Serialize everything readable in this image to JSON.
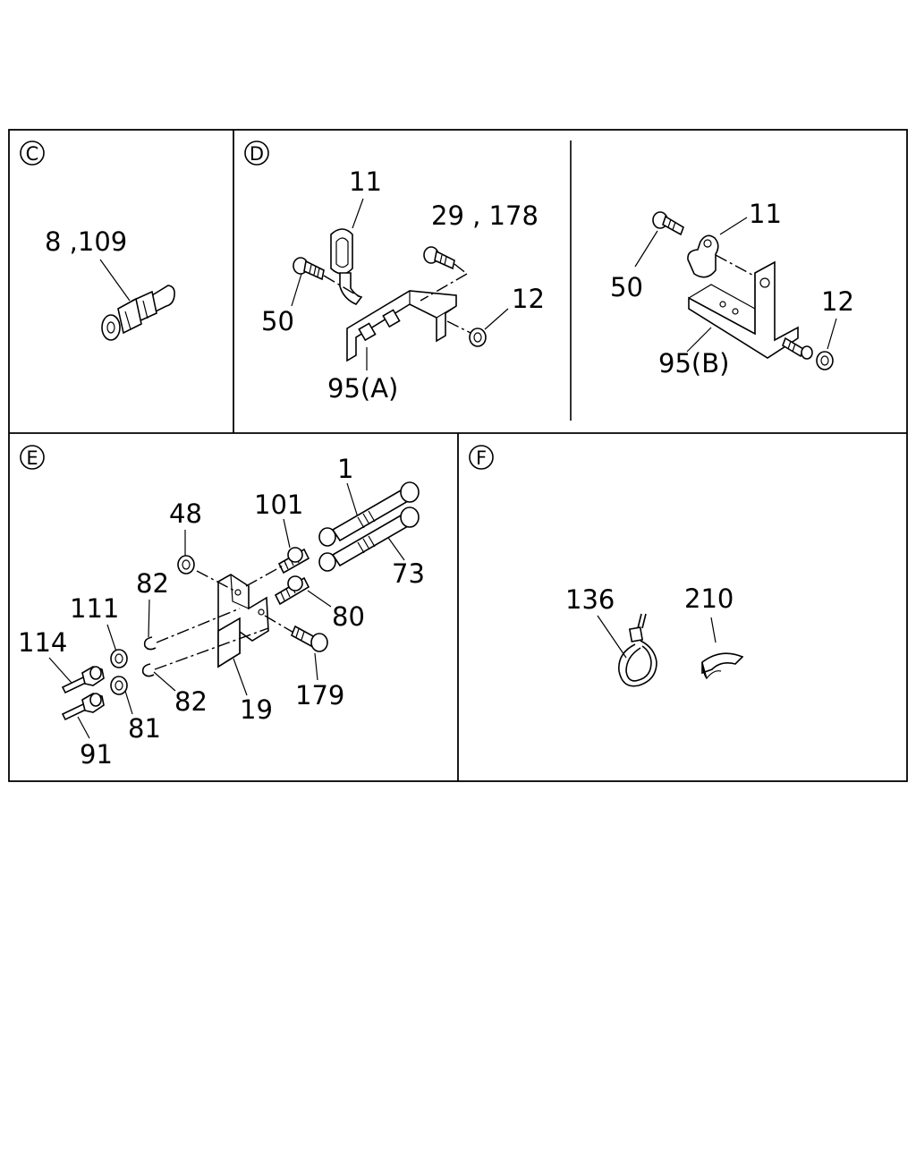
{
  "sections": [
    {
      "id": "C",
      "letter": "C",
      "labels": [
        "8 ,109"
      ]
    },
    {
      "id": "D",
      "letter": "D",
      "labels": [
        "11",
        "29 , 178",
        "50",
        "12",
        "95(A)"
      ]
    },
    {
      "id": "D2",
      "labels": [
        "11",
        "50",
        "12",
        "95(B)"
      ]
    },
    {
      "id": "E",
      "letter": "E",
      "labels": [
        "1",
        "101",
        "48",
        "82",
        "73",
        "111",
        "80",
        "114",
        "82",
        "179",
        "19",
        "81",
        "91"
      ]
    },
    {
      "id": "F",
      "letter": "F",
      "labels": [
        "136",
        "210"
      ]
    }
  ]
}
